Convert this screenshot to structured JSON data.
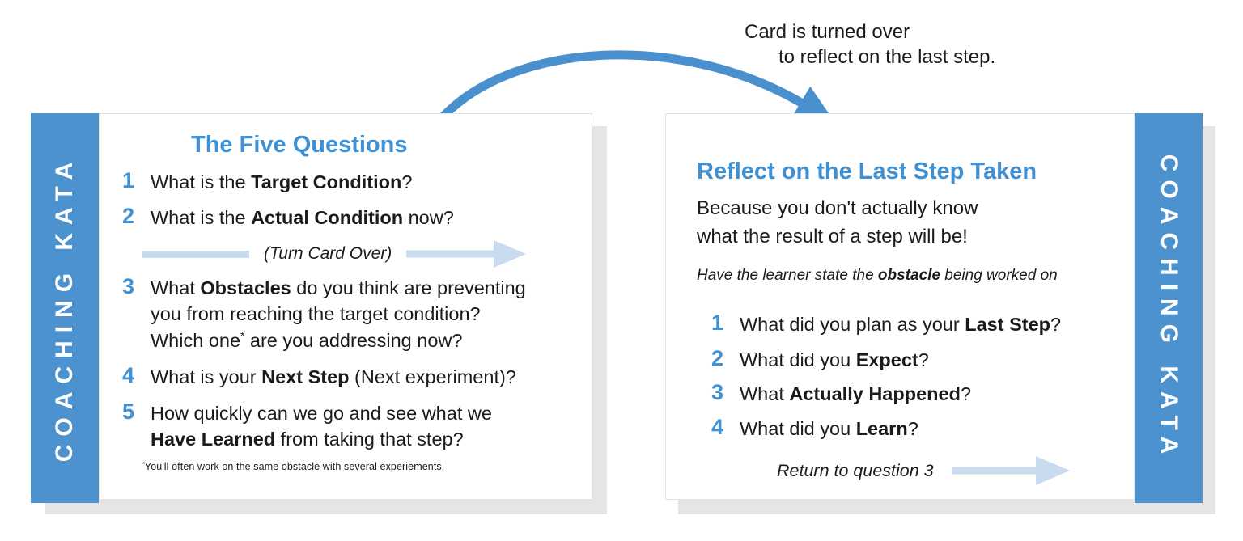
{
  "colors": {
    "band_blue": "#4b92ce",
    "title_blue": "#3f91d4",
    "arrow_blue": "#4a90ce",
    "light_arrow": "#c9dbef",
    "shadow": "#e5e5e5",
    "text": "#1b1b1b"
  },
  "annotation": {
    "line1": "Card is turned over",
    "line2": "to reflect on the last step."
  },
  "left_card": {
    "band_label": "COACHING KATA",
    "title": "The Five Questions",
    "items": [
      {
        "num": "1",
        "segments": [
          {
            "t": "What is the "
          },
          {
            "t": "Target Condition",
            "b": 1
          },
          {
            "t": "?"
          }
        ]
      },
      {
        "num": "2",
        "segments": [
          {
            "t": "What is the "
          },
          {
            "t": "Actual Condition",
            "b": 1
          },
          {
            "t": " now?"
          }
        ]
      },
      {
        "num": "3",
        "segments": [
          {
            "t": "What "
          },
          {
            "t": "Obstacles",
            "b": 1
          },
          {
            "t": " do you think are preventing"
          },
          {
            "br": 1
          },
          {
            "t": "you from reaching the target condition?"
          },
          {
            "br": 1
          },
          {
            "t": "Which one"
          },
          {
            "t": "*",
            "sup": 1
          },
          {
            "t": " are you addressing now?"
          }
        ]
      },
      {
        "num": "4",
        "segments": [
          {
            "t": "What is your "
          },
          {
            "t": "Next Step",
            "b": 1
          },
          {
            "t": " (Next experiment)?"
          }
        ]
      },
      {
        "num": "5",
        "segments": [
          {
            "t": "How quickly can we go and see what we"
          },
          {
            "br": 1
          },
          {
            "t": "Have Learned",
            "b": 1
          },
          {
            "t": " from taking that step?"
          }
        ]
      }
    ],
    "turn_over_label": "(Turn Card Over)",
    "footnote_segments": [
      {
        "t": "*",
        "sup": 1
      },
      {
        "t": "You'll often work on the same obstacle with several experiements."
      }
    ]
  },
  "right_card": {
    "band_label": "COACHING KATA",
    "title": "Reflect on the Last Step Taken",
    "intro_segments": [
      {
        "t": "Because you don't actually know"
      },
      {
        "br": 1
      },
      {
        "t": "what the result of a step will be!"
      }
    ],
    "hint_segments": [
      {
        "t": "Have the learner state the "
      },
      {
        "t": "obstacle",
        "b": 1
      },
      {
        "t": " being worked on"
      }
    ],
    "items": [
      {
        "num": "1",
        "segments": [
          {
            "t": "What did you plan as your "
          },
          {
            "t": "Last Step",
            "b": 1
          },
          {
            "t": "?"
          }
        ]
      },
      {
        "num": "2",
        "segments": [
          {
            "t": "What did you "
          },
          {
            "t": "Expect",
            "b": 1
          },
          {
            "t": "?"
          }
        ]
      },
      {
        "num": "3",
        "segments": [
          {
            "t": "What "
          },
          {
            "t": "Actually Happened",
            "b": 1
          },
          {
            "t": "?"
          }
        ]
      },
      {
        "num": "4",
        "segments": [
          {
            "t": "What did you "
          },
          {
            "t": "Learn",
            "b": 1
          },
          {
            "t": "?"
          }
        ]
      }
    ],
    "return_label": "Return to question 3"
  }
}
